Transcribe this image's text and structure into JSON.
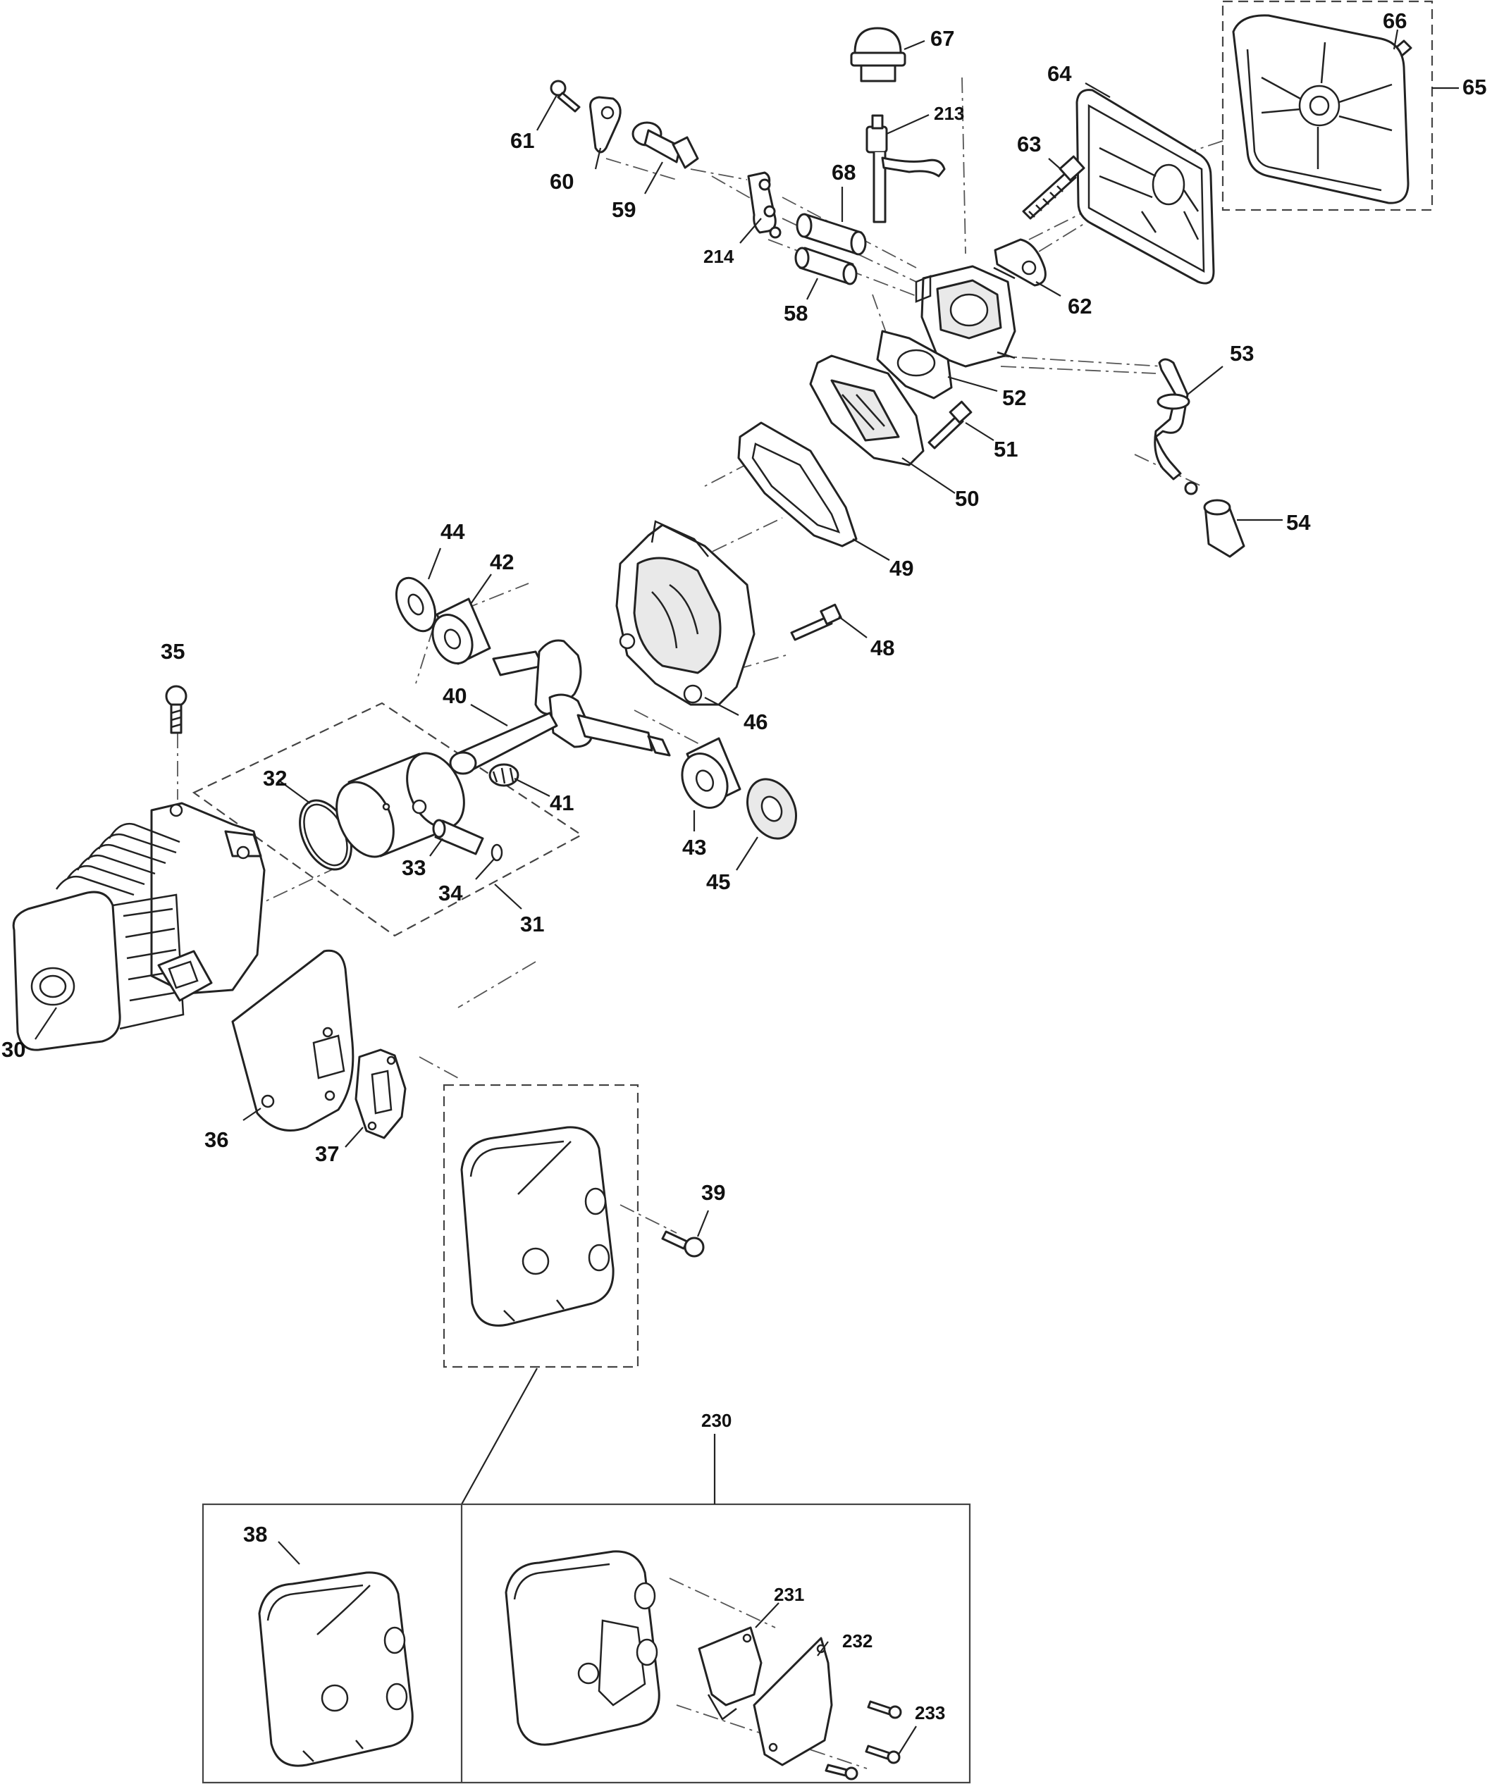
{
  "labels": {
    "l30": "30",
    "l31": "31",
    "l32": "32",
    "l33": "33",
    "l34": "34",
    "l35": "35",
    "l36": "36",
    "l37": "37",
    "l38": "38",
    "l39": "39",
    "l40": "40",
    "l41": "41",
    "l42": "42",
    "l43": "43",
    "l44": "44",
    "l45": "45",
    "l46": "46",
    "l48": "48",
    "l49": "49",
    "l50": "50",
    "l51": "51",
    "l52": "52",
    "l53": "53",
    "l54": "54",
    "l58": "58",
    "l59": "59",
    "l60": "60",
    "l61": "61",
    "l62": "62",
    "l63": "63",
    "l64": "64",
    "l65": "65",
    "l66": "66",
    "l67": "67",
    "l68": "68",
    "l213": "213",
    "l214": "214",
    "l230": "230",
    "l231": "231",
    "l232": "232",
    "l233": "233"
  },
  "colors": {
    "line": "#222222",
    "background": "#ffffff",
    "shade": "#e9e9e9"
  }
}
